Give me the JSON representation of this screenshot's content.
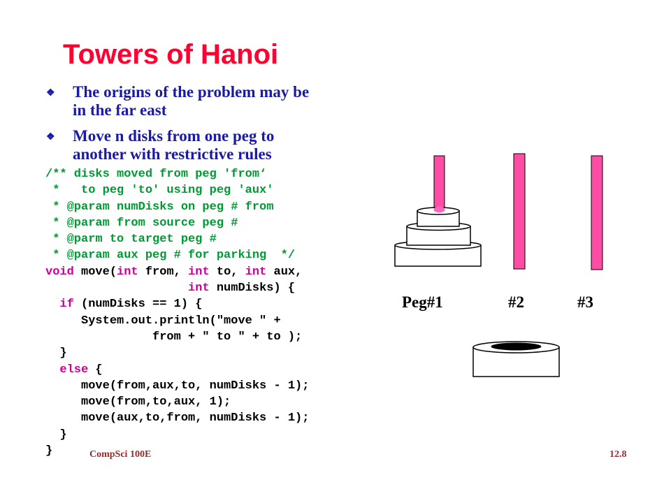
{
  "title": "Towers of Hanoi",
  "bullets": [
    {
      "lines": [
        "The origins of the problem may be",
        "in the far east"
      ]
    },
    {
      "lines": [
        "Move n disks from one peg to",
        "another with restrictive rules"
      ]
    }
  ],
  "code": {
    "lines": [
      [
        {
          "t": "/** disks moved from peg 'from‘",
          "c": "cm"
        }
      ],
      [
        {
          "t": " *   to peg 'to' using peg 'aux'",
          "c": "cm"
        }
      ],
      [
        {
          "t": " * @param numDisks on peg # from",
          "c": "cm"
        }
      ],
      [
        {
          "t": " * @param from source peg #",
          "c": "cm"
        }
      ],
      [
        {
          "t": " * @parm to target peg #",
          "c": "cm"
        }
      ],
      [
        {
          "t": " * @param aux peg # for parking  */",
          "c": "cm"
        }
      ],
      [
        {
          "t": "void",
          "c": "kw"
        },
        {
          "t": " move("
        },
        {
          "t": "int",
          "c": "kw"
        },
        {
          "t": " from, "
        },
        {
          "t": "int",
          "c": "kw"
        },
        {
          "t": " to, "
        },
        {
          "t": "int",
          "c": "kw"
        },
        {
          "t": " aux,"
        }
      ],
      [
        {
          "t": "                    "
        },
        {
          "t": "int",
          "c": "kw"
        },
        {
          "t": " numDisks) {"
        }
      ],
      [
        {
          "t": "  "
        },
        {
          "t": "if",
          "c": "kw"
        },
        {
          "t": " (numDisks == 1) {"
        }
      ],
      [
        {
          "t": "     System.out.println(\"move \" +"
        }
      ],
      [
        {
          "t": "               from + \" to \" + to );"
        }
      ],
      [
        {
          "t": "  }"
        }
      ],
      [
        {
          "t": "  "
        },
        {
          "t": "else",
          "c": "kw"
        },
        {
          "t": " {"
        }
      ],
      [
        {
          "t": "     move(from,aux,to, numDisks - 1);"
        }
      ],
      [
        {
          "t": "     move(from,to,aux, 1);"
        }
      ],
      [
        {
          "t": "     move(aux,to,from, numDisks - 1);"
        }
      ],
      [
        {
          "t": "  }"
        }
      ],
      [
        {
          "t": "}"
        }
      ]
    ]
  },
  "pegs": {
    "labels": [
      "Peg#1",
      "#2",
      "#3"
    ],
    "peg_color": "#ff4da6",
    "peg_tip_color": "#ff66bb"
  },
  "footer": {
    "left": "CompSci 100E",
    "right": "12.8"
  },
  "colors": {
    "title": "#ff0033",
    "bullet": "#1a1aa6",
    "comment": "#009933",
    "keyword": "#cc0099",
    "footer": "#9a2b2b"
  }
}
